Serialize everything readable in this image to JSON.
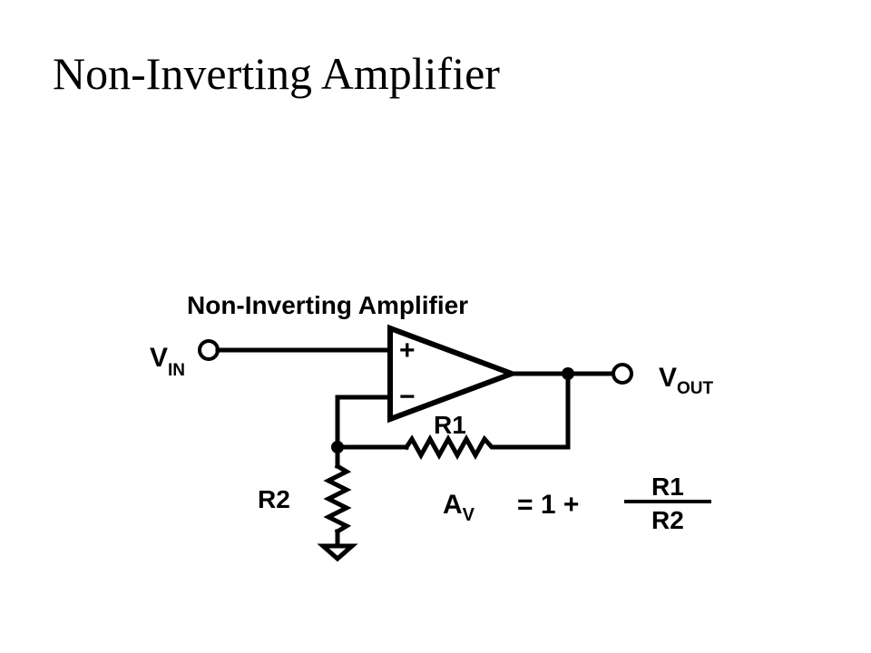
{
  "slide": {
    "title": "Non-Inverting Amplifier"
  },
  "diagram": {
    "caption": "Non-Inverting Amplifier",
    "input": {
      "main": "V",
      "sub": "IN"
    },
    "output": {
      "main": "V",
      "sub": "OUT"
    },
    "plus_sign": "+",
    "minus_sign": "−",
    "r1_label": "R1",
    "r2_label": "R2",
    "formula": {
      "lhs_main": "A",
      "lhs_sub": "V",
      "middle": "= 1 +",
      "numerator": "R1",
      "denominator": "R2"
    }
  }
}
